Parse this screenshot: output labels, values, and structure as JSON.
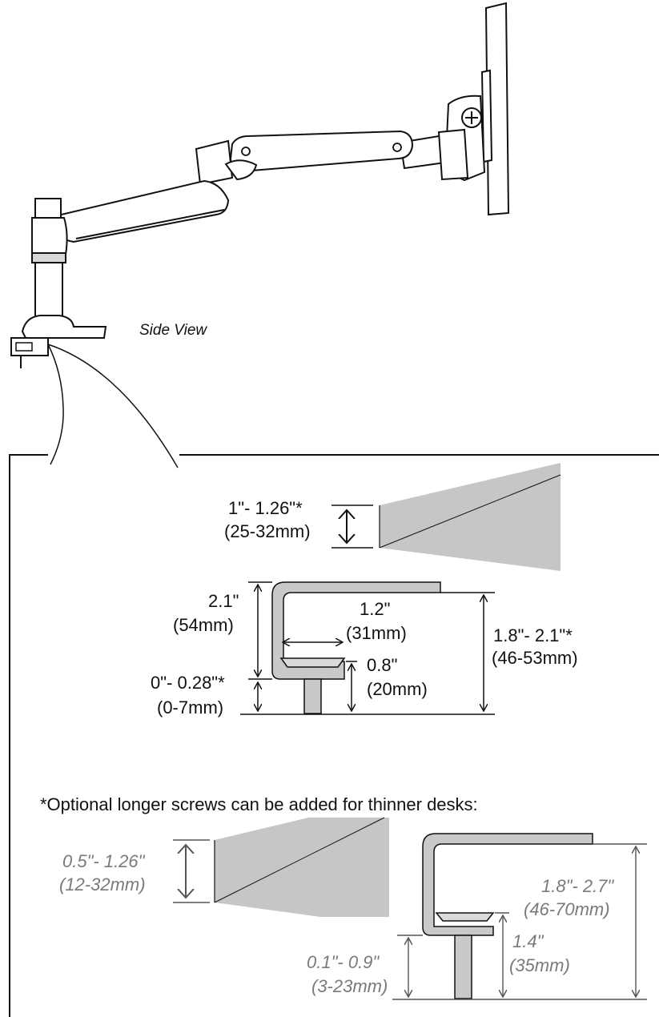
{
  "side_view_label": "Side View",
  "desk_thickness": {
    "inches": "1\"- 1.26\"*",
    "mm": "(25-32mm)"
  },
  "clamp_height": {
    "inches": "2.1\"",
    "mm": "(54mm)"
  },
  "clamp_depth": {
    "inches": "1.2\"",
    "mm": "(31mm)"
  },
  "clamp_opening": {
    "inches": "1.8\"- 2.1\"*",
    "mm": "(46-53mm)"
  },
  "screw_travel": {
    "inches": "0\"- 0.28\"*",
    "mm": "(0-7mm)"
  },
  "screw_length": {
    "inches": "0.8\"",
    "mm": "(20mm)"
  },
  "optional_note": "*Optional longer screws can be added for thinner desks:",
  "opt_desk_thickness": {
    "inches": "0.5\"- 1.26\"",
    "mm": "(12-32mm)"
  },
  "opt_clamp_opening": {
    "inches": "1.8\"- 2.7\"",
    "mm": "(46-70mm)"
  },
  "opt_screw_length": {
    "inches": "1.4\"",
    "mm": "(35mm)"
  },
  "opt_screw_travel": {
    "inches": "0.1\"- 0.9\"",
    "mm": "(3-23mm)"
  }
}
